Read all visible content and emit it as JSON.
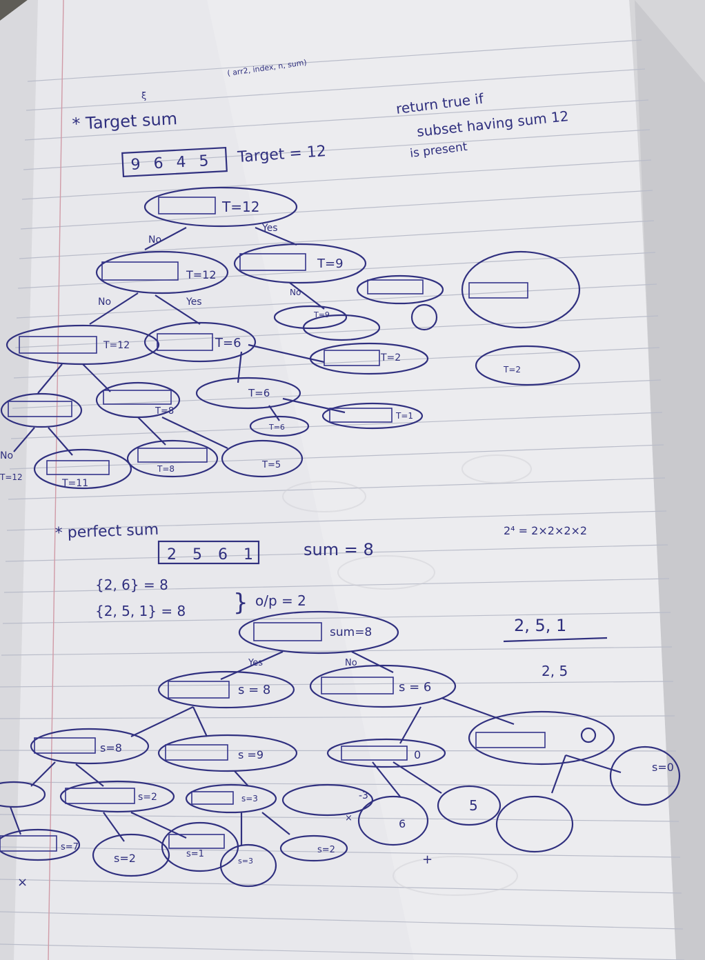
{
  "photo": {
    "heading_note": "( arr2, index, n, sum)",
    "section1": {
      "title": "* Target sum",
      "array": "9 6 4 5",
      "target": "Target = 12",
      "note_line1": "return true if",
      "note_line2": "subset having sum 12",
      "note_line3": "is present",
      "tree_labels": [
        "T=12",
        "No",
        "Yes",
        "T=12",
        "T=9",
        "No",
        "Yes",
        "No",
        "T=9",
        "T=12",
        "T=6",
        "T=2",
        "T=2",
        "T=6",
        "T=8",
        "T=6",
        "T=1",
        "T=12",
        "T=8",
        "T=5",
        "No"
      ]
    },
    "section2": {
      "title": "* perfect sum",
      "array": "2 5 6 1",
      "sum": "sum = 8",
      "set1": "{2, 6} = 8",
      "set2": "{2, 5, 1} = 8",
      "output": "o/p = 2",
      "power_note": "2⁴ = 2×2×2×2",
      "note_a": "2, 5, 1",
      "note_b": "2, 5",
      "tree_labels": [
        "sum=8",
        "s = 8",
        "s = 6",
        "s=8",
        "s =9",
        "s=2",
        "s=3",
        "s=7",
        "s=2",
        "s=1",
        "s=2",
        "s=3",
        "s=0",
        "0",
        "6",
        "5",
        "No",
        "Yes"
      ]
    }
  }
}
